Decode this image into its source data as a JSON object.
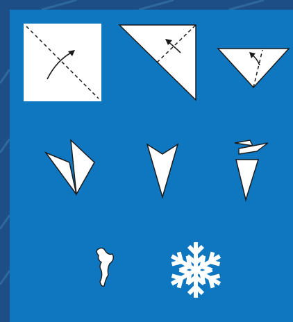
{
  "colors": {
    "backdrop": "#1d4f86",
    "backdrop_streak": "#3c79ad",
    "panel": "#0f77c0",
    "paper": "#ffffff",
    "line": "#1a1a1a"
  },
  "steps": [
    {
      "id": 1,
      "shape": "square-paper",
      "has_fold_arrow": true
    },
    {
      "id": 2,
      "shape": "folded-triangle",
      "has_fold_arrow": true
    },
    {
      "id": 3,
      "shape": "folded-smaller-triangle",
      "has_fold_arrow": true
    },
    {
      "id": 4,
      "shape": "folded-wedge"
    },
    {
      "id": 5,
      "shape": "narrow-wedge"
    },
    {
      "id": 6,
      "shape": "cut-wedge"
    },
    {
      "id": 7,
      "shape": "cut-piece"
    },
    {
      "id": 8,
      "shape": "finished-snowflake",
      "icon": "snowflake-icon"
    }
  ]
}
